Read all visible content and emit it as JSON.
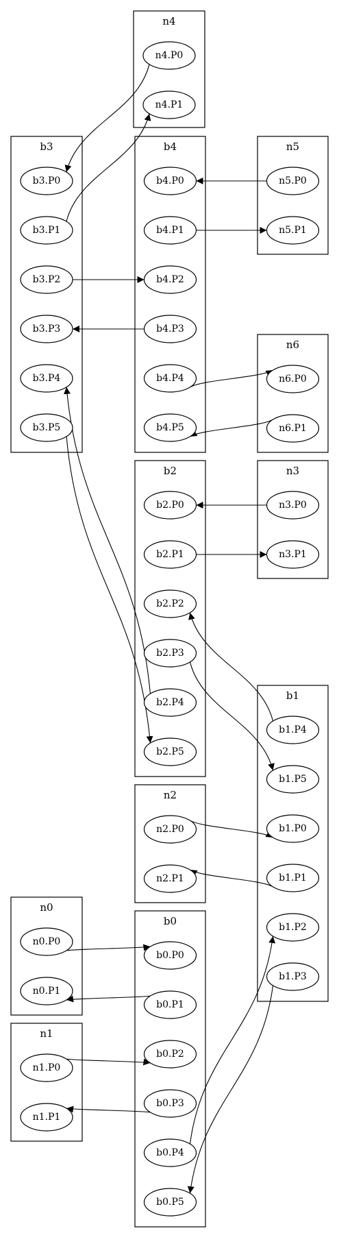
{
  "clusters": [
    {
      "id": "n4",
      "title": "n4",
      "nodes": [
        "n4.P0",
        "n4.P1"
      ]
    },
    {
      "id": "b3",
      "title": "b3",
      "nodes": [
        "b3.P0",
        "b3.P1",
        "b3.P2",
        "b3.P3",
        "b3.P4",
        "b3.P5"
      ]
    },
    {
      "id": "b4",
      "title": "b4",
      "nodes": [
        "b4.P0",
        "b4.P1",
        "b4.P2",
        "b4.P3",
        "b4.P4",
        "b4.P5"
      ]
    },
    {
      "id": "n5",
      "title": "n5",
      "nodes": [
        "n5.P0",
        "n5.P1"
      ]
    },
    {
      "id": "n6",
      "title": "n6",
      "nodes": [
        "n6.P0",
        "n6.P1"
      ]
    },
    {
      "id": "b2",
      "title": "b2",
      "nodes": [
        "b2.P0",
        "b2.P1",
        "b2.P2",
        "b2.P3",
        "b2.P4",
        "b2.P5"
      ]
    },
    {
      "id": "n3",
      "title": "n3",
      "nodes": [
        "n3.P0",
        "n3.P1"
      ]
    },
    {
      "id": "b1",
      "title": "b1",
      "nodes": [
        "b1.P4",
        "b1.P5",
        "b1.P0",
        "b1.P1",
        "b1.P2",
        "b1.P3"
      ]
    },
    {
      "id": "n2",
      "title": "n2",
      "nodes": [
        "n2.P0",
        "n2.P1"
      ]
    },
    {
      "id": "n0",
      "title": "n0",
      "nodes": [
        "n0.P0",
        "n0.P1"
      ]
    },
    {
      "id": "b0",
      "title": "b0",
      "nodes": [
        "b0.P0",
        "b0.P1",
        "b0.P2",
        "b0.P3",
        "b0.P4",
        "b0.P5"
      ]
    },
    {
      "id": "n1",
      "title": "n1",
      "nodes": [
        "n1.P0",
        "n1.P1"
      ]
    }
  ],
  "edges": [
    {
      "from": "n4.P0",
      "to": "b3.P0"
    },
    {
      "from": "b3.P1",
      "to": "n4.P1"
    },
    {
      "from": "n5.P0",
      "to": "b4.P0"
    },
    {
      "from": "b4.P1",
      "to": "n5.P1"
    },
    {
      "from": "b3.P2",
      "to": "b4.P2"
    },
    {
      "from": "b4.P3",
      "to": "b3.P3"
    },
    {
      "from": "b4.P4",
      "to": "n6.P0"
    },
    {
      "from": "n6.P1",
      "to": "b4.P5"
    },
    {
      "from": "b2.P4",
      "to": "b3.P4"
    },
    {
      "from": "b3.P5",
      "to": "b2.P5"
    },
    {
      "from": "n3.P0",
      "to": "b2.P0"
    },
    {
      "from": "b2.P1",
      "to": "n3.P1"
    },
    {
      "from": "b1.P4",
      "to": "b2.P2"
    },
    {
      "from": "b2.P3",
      "to": "b1.P5"
    },
    {
      "from": "n2.P0",
      "to": "b1.P0"
    },
    {
      "from": "b1.P1",
      "to": "n2.P1"
    },
    {
      "from": "n0.P0",
      "to": "b0.P0"
    },
    {
      "from": "b0.P1",
      "to": "n0.P1"
    },
    {
      "from": "n1.P0",
      "to": "b0.P2"
    },
    {
      "from": "b0.P3",
      "to": "n1.P1"
    },
    {
      "from": "b0.P4",
      "to": "b1.P2"
    },
    {
      "from": "b1.P3",
      "to": "b0.P5"
    }
  ]
}
